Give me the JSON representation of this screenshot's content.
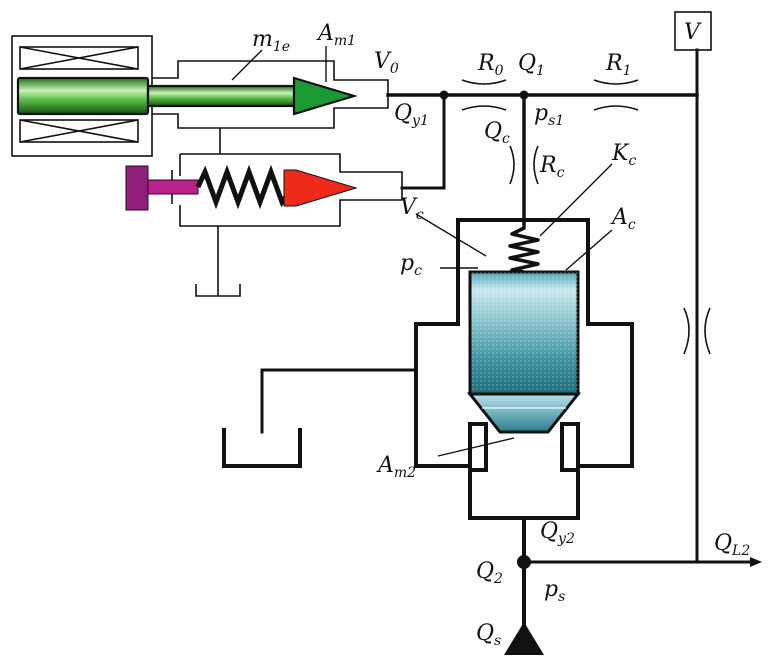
{
  "labels": {
    "m1e": {
      "main": "m",
      "sub": "1e"
    },
    "Am1": {
      "main": "A",
      "sub": "m1"
    },
    "V0": {
      "main": "V",
      "sub": "0"
    },
    "R0": {
      "main": "R",
      "sub": "0"
    },
    "Q1": {
      "main": "Q",
      "sub": "1"
    },
    "R1": {
      "main": "R",
      "sub": "1"
    },
    "V": {
      "main": "V",
      "sub": ""
    },
    "Qy1": {
      "main": "Q",
      "sub": "y1"
    },
    "ps1": {
      "main": "p",
      "sub": "s1"
    },
    "Qc": {
      "main": "Q",
      "sub": "c"
    },
    "Rc": {
      "main": "R",
      "sub": "c"
    },
    "Kc": {
      "main": "K",
      "sub": "c"
    },
    "Ac": {
      "main": "A",
      "sub": "c"
    },
    "Vc": {
      "main": "V",
      "sub": "c"
    },
    "pc": {
      "main": "p",
      "sub": "c"
    },
    "Am2": {
      "main": "A",
      "sub": "m2"
    },
    "Qy2": {
      "main": "Q",
      "sub": "y2"
    },
    "QL2": {
      "main": "Q",
      "sub": "L2"
    },
    "Q2": {
      "main": "Q",
      "sub": "2"
    },
    "ps": {
      "main": "p",
      "sub": "s"
    },
    "Qs": {
      "main": "Q",
      "sub": "s"
    }
  },
  "colors": {
    "armature": "#2c8a22",
    "armature_tip": "#1a9a32",
    "pilot_tip": "#ee2a1a",
    "adjuster": "#8f1f7a",
    "piston_top": "#6fb8c4",
    "piston_bottom": "#2a7e8c",
    "line": "#111111"
  }
}
